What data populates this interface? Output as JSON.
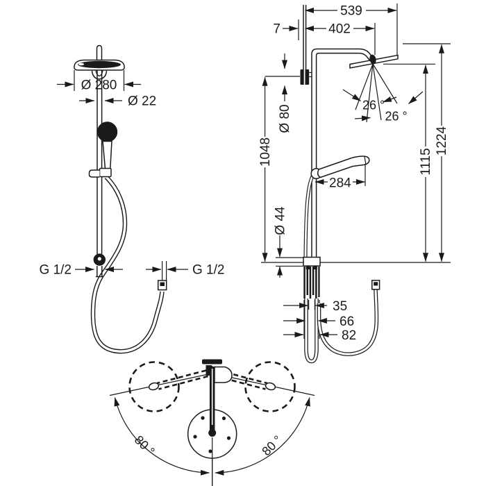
{
  "drawing": {
    "title": "shower-pipe-technical-dimension-drawing",
    "ink_color": "#1a1a1a",
    "background_color": "#ffffff",
    "views": {
      "front": {
        "head_diameter": "Ø 280",
        "pipe_diameter": "Ø 22",
        "inlet_thread": "G 1/2",
        "hose_thread": "G 1/2"
      },
      "side": {
        "arm_reach_total": "539",
        "wall_offset": "7",
        "arm_reach_center": "402",
        "escutcheon_diameter": "Ø 80",
        "bar_length": "1048",
        "total_height": "1224",
        "spray_height": "1115",
        "spray_angle_upper": "26 °",
        "spray_angle_lower": "26 °",
        "handshower_reach": "284",
        "lower_escutcheon_diameter": "Ø 44",
        "offset_35": "35",
        "offset_66": "66",
        "offset_82": "82"
      },
      "top": {
        "swivel_angle_left": "80 °",
        "swivel_angle_right": "80 °"
      }
    }
  }
}
